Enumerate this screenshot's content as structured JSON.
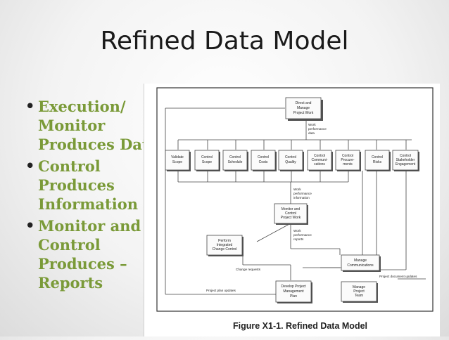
{
  "slide": {
    "title": "Refined Data Model",
    "bullets": [
      "Execution/ Monitor Produces Data",
      "Control Produces Information",
      "Monitor and Control Produces – Reports"
    ]
  },
  "diagram": {
    "top_box": [
      "Direct and",
      "Manage",
      "Project Work"
    ],
    "control_boxes": [
      [
        "Validate",
        "Scope"
      ],
      [
        "Control",
        "Scope"
      ],
      [
        "Control",
        "Schedule"
      ],
      [
        "Control",
        "Costs"
      ],
      [
        "Control",
        "Quality"
      ],
      [
        "Control",
        "Communi-",
        "cations"
      ],
      [
        "Control",
        "Procure-",
        "ments"
      ],
      [
        "Control",
        "Risks"
      ],
      [
        "Control",
        "Stakeholder",
        "Engagement"
      ]
    ],
    "monitor_box": [
      "Monitor and",
      "Control",
      "Project Work"
    ],
    "change_box": [
      "Perform",
      "Integrated",
      "Change Control"
    ],
    "plan_box": [
      "Develop Project",
      "Management",
      "Plan"
    ],
    "comms_box": [
      "Manage",
      "Communications"
    ],
    "team_box": [
      "Manage",
      "Project",
      "Team"
    ],
    "labels": {
      "work_performance_data": [
        "Work",
        "performance",
        "data"
      ],
      "work_performance_information": [
        "Work",
        "performance",
        "information"
      ],
      "work_performance_reports": [
        "Work",
        "performance",
        "reports"
      ],
      "change_requests": "Change requests",
      "project_document_updates": "Project document updates",
      "project_plan_updates": "Project plan updates"
    },
    "caption": "Figure X1-1. Refined Data Model"
  }
}
